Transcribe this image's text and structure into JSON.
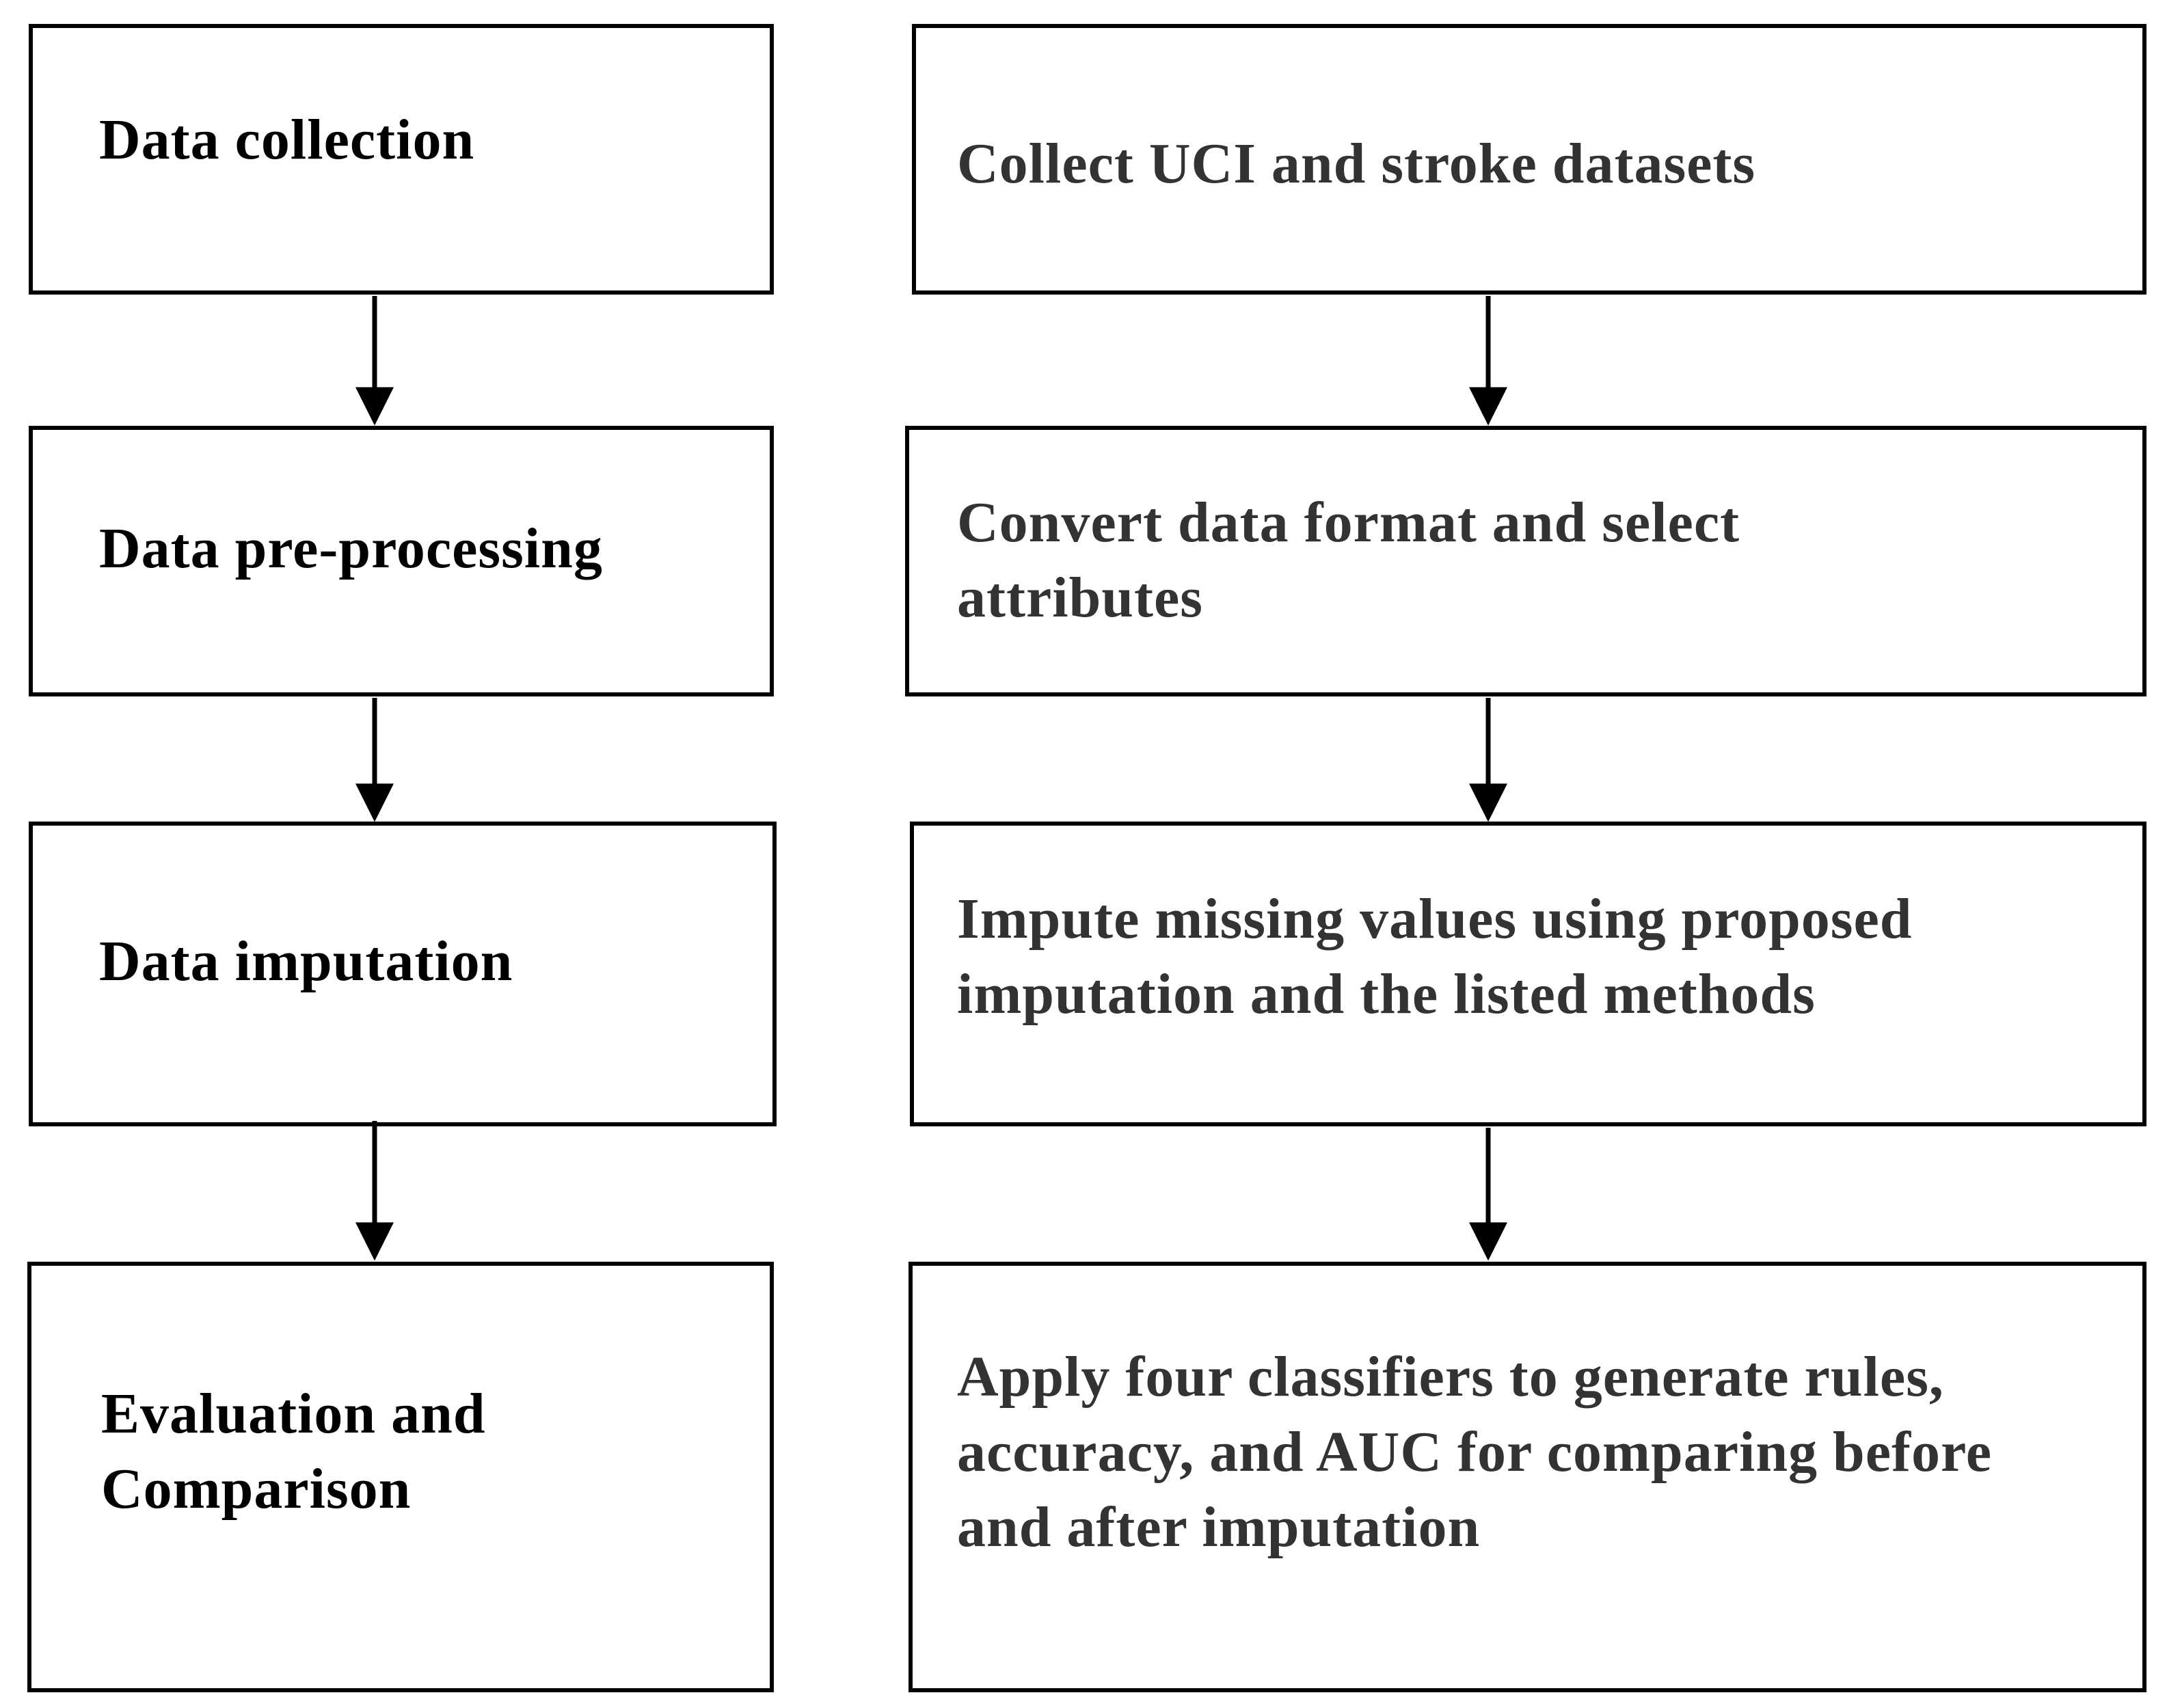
{
  "steps": [
    {
      "title": "Data collection",
      "description": "Collect UCI and stroke datasets"
    },
    {
      "title": "Data pre-processing",
      "description_lines": [
        "Convert data format and select",
        "attributes"
      ]
    },
    {
      "title": "Data imputation",
      "description_lines": [
        "Impute missing values using proposed",
        "imputation and the listed methods"
      ]
    },
    {
      "title_lines": [
        "Evaluation and",
        "Comparison"
      ],
      "description_lines": [
        "Apply four classifiers to generate rules,",
        "accuracy, and AUC for comparing before",
        "and after imputation"
      ]
    }
  ]
}
